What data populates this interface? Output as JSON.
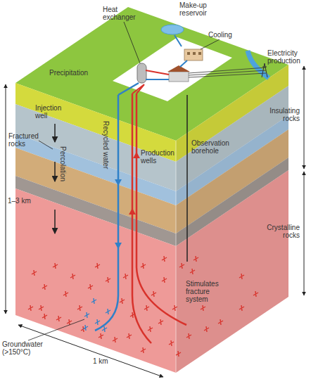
{
  "diagram": {
    "labels": [
      "Make-up reservoir",
      "Heat exchanger",
      "Cooling",
      "Precipitation",
      "Electricity production",
      "Injection well",
      "Recycled water",
      "Fractured rocks",
      "Percolation",
      "Production wells",
      "Observation borehole",
      "Insulating rocks",
      "1–3 km",
      "Stimulates fracture system",
      "Crystalline rocks",
      "Groundwater (>150°C)",
      "1 km"
    ]
  }
}
